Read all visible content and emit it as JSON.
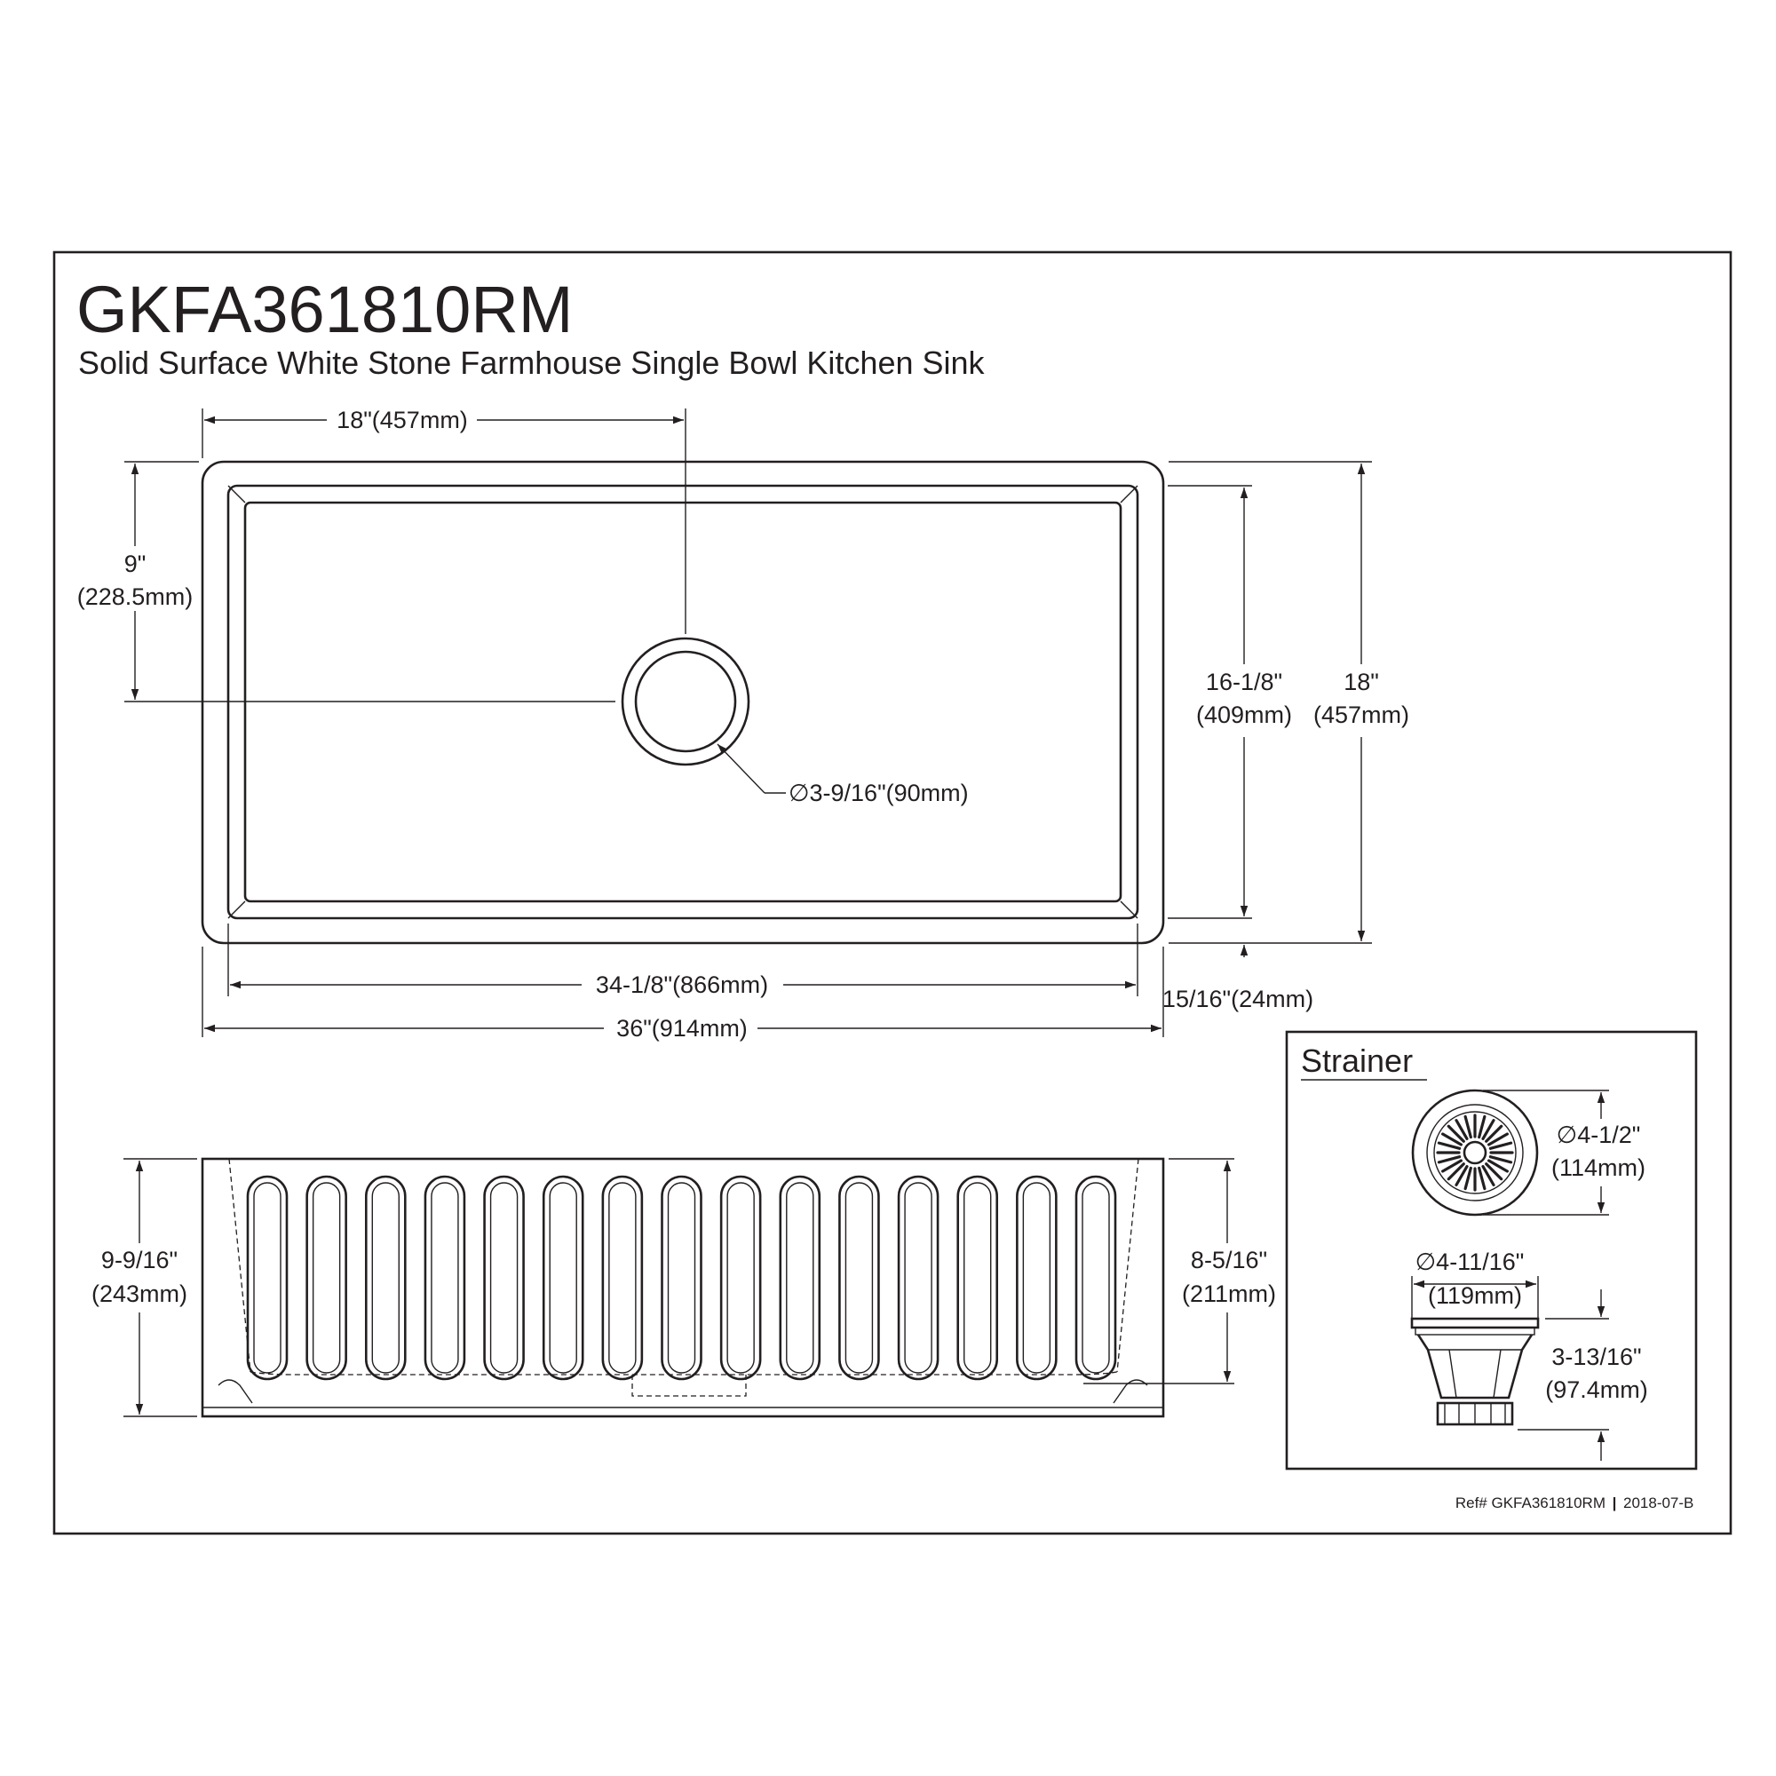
{
  "header": {
    "model": "GKFA361810RM",
    "description": "Solid Surface White Stone Farmhouse Single Bowl Kitchen Sink"
  },
  "top_view": {
    "dim_drain_offset_x": "18\"(457mm)",
    "dim_drain_offset_y_in": "9\"",
    "dim_drain_offset_y_mm": "(228.5mm)",
    "dim_inner_depth_in": "16-1/8\"",
    "dim_inner_depth_mm": "(409mm)",
    "dim_outer_depth_in": "18\"",
    "dim_outer_depth_mm": "(457mm)",
    "dim_drain": "∅3-9/16\"(90mm)",
    "dim_rim": "15/16\"(24mm)",
    "dim_inner_width": "34-1/8\"(866mm)",
    "dim_outer_width": "36\"(914mm)"
  },
  "front_view": {
    "flute_count": 15,
    "dim_height_in": "9-9/16\"",
    "dim_height_mm": "(243mm)",
    "dim_flute_height_in": "8-5/16\"",
    "dim_flute_height_mm": "(211mm)"
  },
  "strainer": {
    "title": "Strainer",
    "dim_top_in": "∅4-1/2\"",
    "dim_top_mm": "(114mm)",
    "dim_body_in": "∅4-11/16\"",
    "dim_body_mm": "(119mm)",
    "dim_height_in": "3-13/16\"",
    "dim_height_mm": "(97.4mm)"
  },
  "footer": {
    "ref": "Ref# GKFA361810RM",
    "separator": "|",
    "revision": "2018-07-B"
  }
}
